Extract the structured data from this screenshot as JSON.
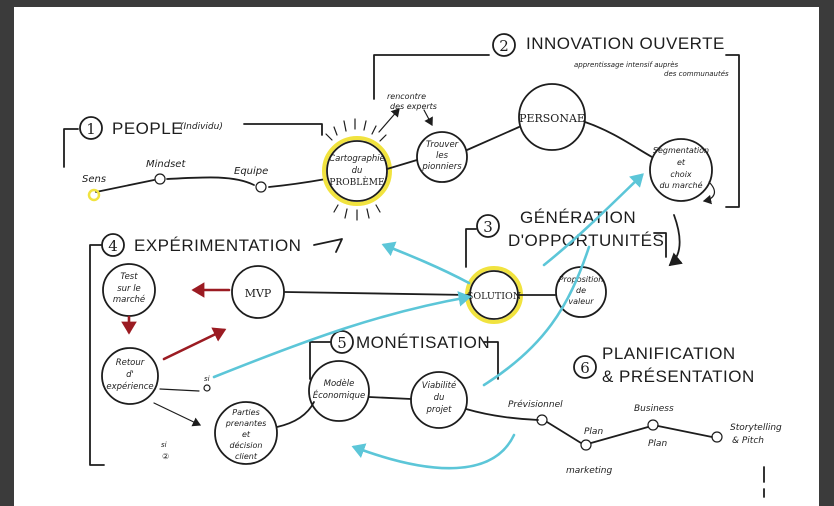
{
  "sections": {
    "people": {
      "number": "1",
      "title": "PEOPLE",
      "note": "(Individu)"
    },
    "innovation": {
      "number": "2",
      "title": "INNOVATION OUVERTE",
      "note_line1": "apprentissage intensif auprès",
      "note_line2": "des communautés"
    },
    "generation": {
      "number": "3",
      "title_line1": "GÉNÉRATION",
      "title_line2": "D'OPPORTUNITÉS"
    },
    "experimentation": {
      "number": "4",
      "title": "EXPÉRIMENTATION"
    },
    "monetisation": {
      "number": "5",
      "title": "MONÉTISATION"
    },
    "planification": {
      "number": "6",
      "title_line1": "PLANIFICATION",
      "title_line2": "& PRÉSENTATION"
    }
  },
  "nodes": {
    "sens": "Sens",
    "mindset": "Mindset",
    "equipe": "Equipe",
    "cartographie": [
      "Cartographie",
      "du",
      "PROBLÈME"
    ],
    "rencontre": [
      "rencontre",
      "des experts"
    ],
    "trouver": [
      "Trouver",
      "les",
      "pionniers"
    ],
    "personae": "PERSONAE",
    "segmentation": [
      "Segmentation",
      "et",
      "choix",
      "du marché"
    ],
    "solution": "SOLUTION",
    "proposition": [
      "Proposition",
      "de",
      "valeur"
    ],
    "mvp": "MVP",
    "test": [
      "Test",
      "sur le",
      "marché"
    ],
    "retour": [
      "Retour",
      "d'",
      "expérience"
    ],
    "parties": [
      "Parties",
      "prenantes",
      "et",
      "décision",
      "client"
    ],
    "modele": [
      "Modèle",
      "Économique"
    ],
    "viabilite": [
      "Viabilité",
      "du",
      "projet"
    ],
    "previsionnel": "Prévisionnel",
    "plan_marketing": [
      "Plan",
      "marketing"
    ],
    "business_plan": [
      "Business",
      "Plan"
    ],
    "storytelling": [
      "Storytelling",
      "& Pitch"
    ],
    "si1": "si",
    "si2": [
      "si",
      "②"
    ]
  },
  "colors": {
    "ink": "#1d1d1d",
    "highlight": "#f1e33f",
    "iterate": "#5cc6d8",
    "pivot": "#9b1b22",
    "frame": "#3b3b3b"
  }
}
